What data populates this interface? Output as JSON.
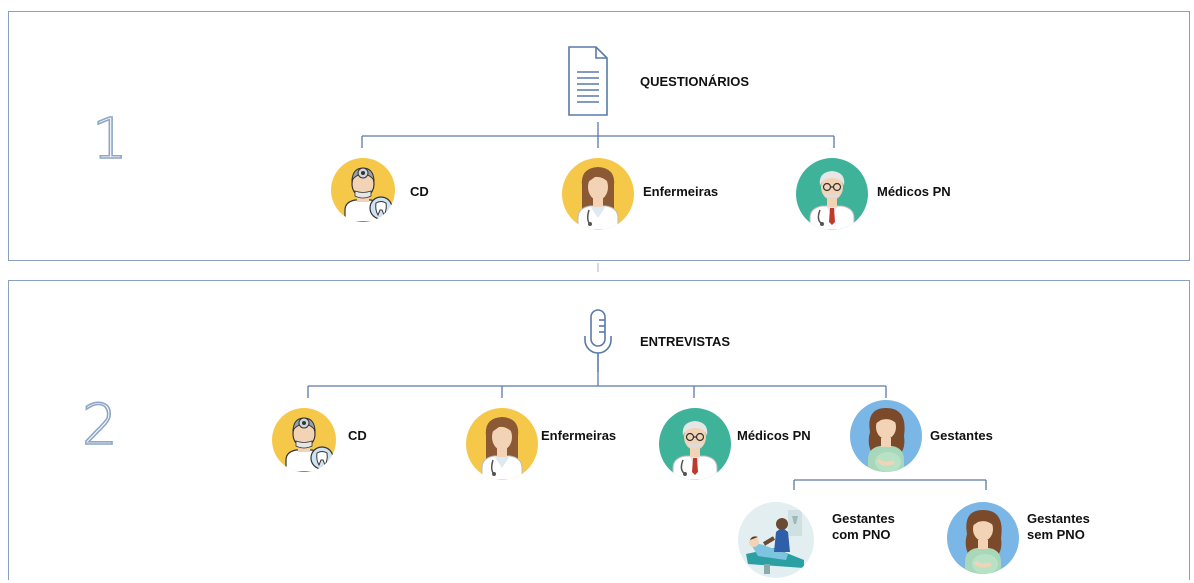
{
  "sections": [
    {
      "number": "1",
      "title": "QUESTIONÁRIOS",
      "title_icon": "document-icon",
      "items": [
        {
          "label": "CD",
          "icon": "dentist-icon"
        },
        {
          "label": "Enfermeiras",
          "icon": "nurse-icon"
        },
        {
          "label": "Médicos PN",
          "icon": "doctor-icon"
        }
      ]
    },
    {
      "number": "2",
      "title": "ENTREVISTAS",
      "title_icon": "microphone-icon",
      "items": [
        {
          "label": "CD",
          "icon": "dentist-icon"
        },
        {
          "label": "Enfermeiras",
          "icon": "nurse-icon"
        },
        {
          "label": "Médicos PN",
          "icon": "doctor-icon"
        },
        {
          "label": "Gestantes",
          "icon": "pregnant-woman-icon"
        }
      ],
      "subitems": [
        {
          "label": "Gestantes\ncom PNO",
          "icon": "dental-chair-patient-icon"
        },
        {
          "label": "Gestantes\nsem PNO",
          "icon": "pregnant-woman-icon"
        }
      ]
    }
  ],
  "colors": {
    "border": "#8aa0bf",
    "connector": "#5a7aa8",
    "yellow": "#f6c84a",
    "teal": "#3fb39a",
    "blue": "#7ab6e6"
  }
}
